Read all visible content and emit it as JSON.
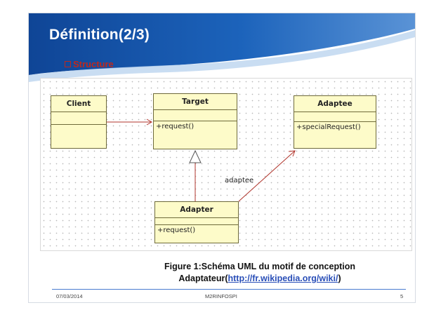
{
  "slide": {
    "title": "Définition(2/3)",
    "subtitle": "Structure",
    "colors": {
      "header_blue": "#1756a8",
      "accent_red": "#c0281c",
      "class_fill": "#fdfbc9",
      "link": "#2a4fb8"
    }
  },
  "diagram": {
    "classes": {
      "client": {
        "name": "Client"
      },
      "target": {
        "name": "Target",
        "operation": "+request()"
      },
      "adaptee": {
        "name": "Adaptee",
        "operation": "+specialRequest()"
      },
      "adapter": {
        "name": "Adapter",
        "operation": "+request()"
      }
    },
    "association_label": "adaptee"
  },
  "caption": {
    "line1": "Figure 1:Schéma UML du motif de conception",
    "line2_prefix": "Adaptateur(",
    "link": "http://fr.wikipedia.org/wiki/",
    "line2_suffix": ")"
  },
  "footer": {
    "date": "07/03/2014",
    "center": "M2RINFOSPI",
    "page": "5"
  }
}
